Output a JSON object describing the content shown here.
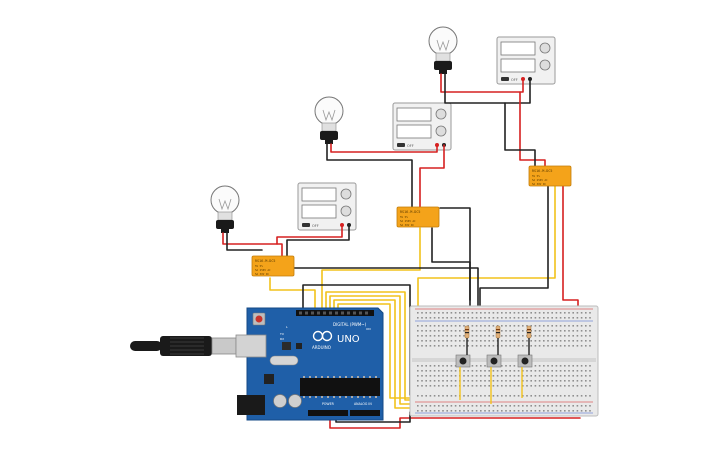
{
  "arduino": {
    "logo_text": "ARDUINO",
    "model": "UNO",
    "header_digital": "DIGITAL (PWM~)",
    "header_power": "POWER",
    "header_analog": "ANALOG IN",
    "tx_label": "TX",
    "rx_label": "RX",
    "on_label": "ON",
    "l_label": "L"
  },
  "relay": {
    "part_number": "RS16-M-DC5",
    "spec_1": "5V  5%",
    "spec_2": "5A 250V AC",
    "spec_3": "5A 30V DC"
  },
  "power_supply": {
    "switch_label": "OFF"
  },
  "colors": {
    "board": "#1f5fa8",
    "relay": "#f4a31a",
    "wire_red": "#d62020",
    "wire_black": "#222222",
    "wire_yellow": "#f2c21b",
    "breadboard": "#e9e9e9"
  }
}
